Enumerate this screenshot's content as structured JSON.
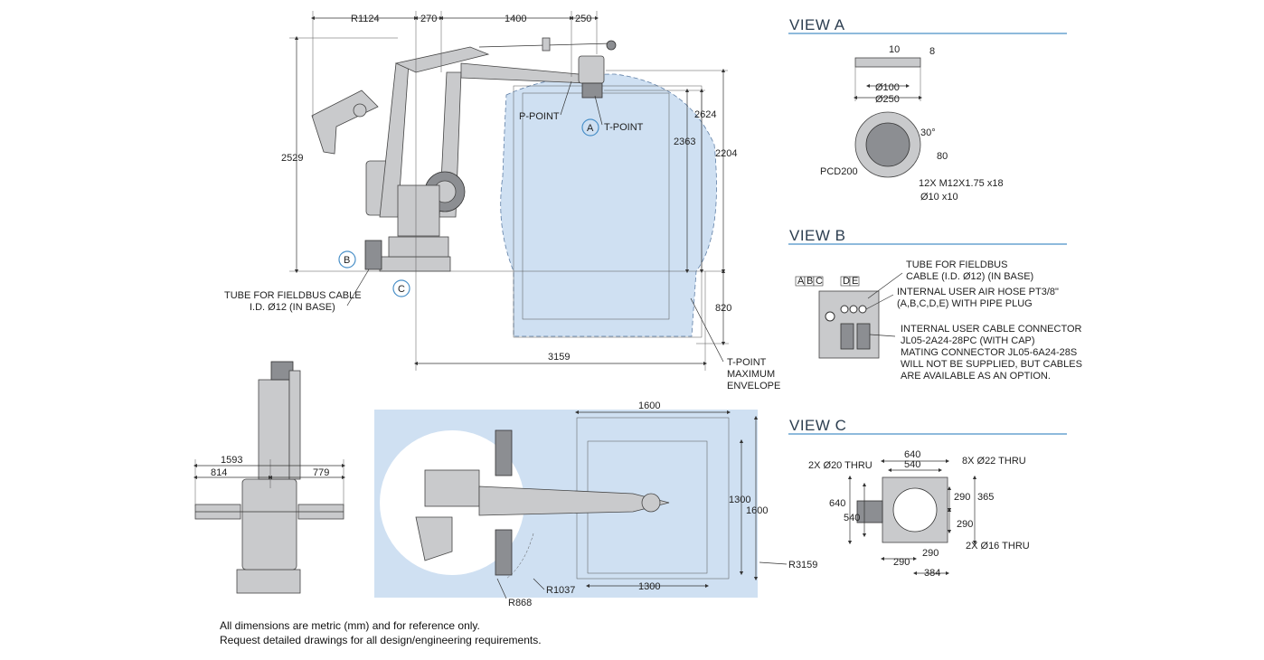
{
  "main_view": {
    "dims": {
      "r1124": "R1124",
      "d270": "270",
      "d1400": "1400",
      "d250": "250",
      "d2529": "2529",
      "d2624": "2624",
      "d2363": "2363",
      "d2204": "2204",
      "d820": "820",
      "d3159": "3159"
    },
    "labels": {
      "p_point": "P-POINT",
      "t_point": "T-POINT",
      "callout_a": "A",
      "callout_b": "B",
      "callout_c": "C",
      "tube_line1": "TUBE FOR FIELDBUS CABLE",
      "tube_line2": "I.D. Ø12 (IN BASE)",
      "envelope_line1": "T-POINT",
      "envelope_line2": "MAXIMUM",
      "envelope_line3": "ENVELOPE"
    }
  },
  "front_view": {
    "dims": {
      "d1593": "1593",
      "d814": "814",
      "d779": "779"
    }
  },
  "top_view": {
    "dims": {
      "d1600_top": "1600",
      "d1300_v": "1300",
      "d1600_v": "1600",
      "d1300_bottom": "1300",
      "r3159": "R3159",
      "r1037": "R1037",
      "r868": "R868"
    }
  },
  "view_a": {
    "title": "VIEW A",
    "dims": {
      "d10": "10",
      "d8": "8",
      "d100": "Ø100",
      "d250": "Ø250",
      "a30": "30°",
      "d80": "80",
      "pcd": "PCD200",
      "m12": "12X M12X1.75 x18",
      "d10x10": "Ø10 x10"
    }
  },
  "view_b": {
    "title": "VIEW B",
    "ports": [
      "A",
      "B",
      "C",
      "D",
      "E"
    ],
    "notes": {
      "tube1": "TUBE FOR FIELDBUS",
      "tube2": "CABLE (I.D. Ø12) (IN BASE)",
      "air1": "INTERNAL USER AIR HOSE PT3/8\"",
      "air2": "(A,B,C,D,E) WITH PIPE PLUG",
      "conn1": "INTERNAL USER CABLE CONNECTOR",
      "conn2": "JL05-2A24-28PC (WITH CAP)",
      "conn3": "MATING CONNECTOR JL05-6A24-28S",
      "conn4": "WILL NOT BE SUPPLIED, BUT CABLES",
      "conn5": "ARE AVAILABLE AS AN OPTION."
    }
  },
  "view_c": {
    "title": "VIEW C",
    "dims": {
      "thru20": "2X Ø20 THRU",
      "d640_top": "640",
      "d540_top": "540",
      "thru22": "8X Ø22 THRU",
      "d640_left": "640",
      "d540_left": "540",
      "d290_a": "290",
      "d365": "365",
      "d290_b": "290",
      "thru16": "2X Ø16 THRU",
      "d290_c": "290",
      "d290_d": "290",
      "d384": "384"
    }
  },
  "footer": {
    "line1": "All dimensions are metric (mm) and for reference only.",
    "line2": "Request detailed drawings for all design/engineering requirements."
  },
  "colors": {
    "envelope": "#cfe0f2",
    "accent": "#4a90c8",
    "robot": "#c9cacc"
  }
}
